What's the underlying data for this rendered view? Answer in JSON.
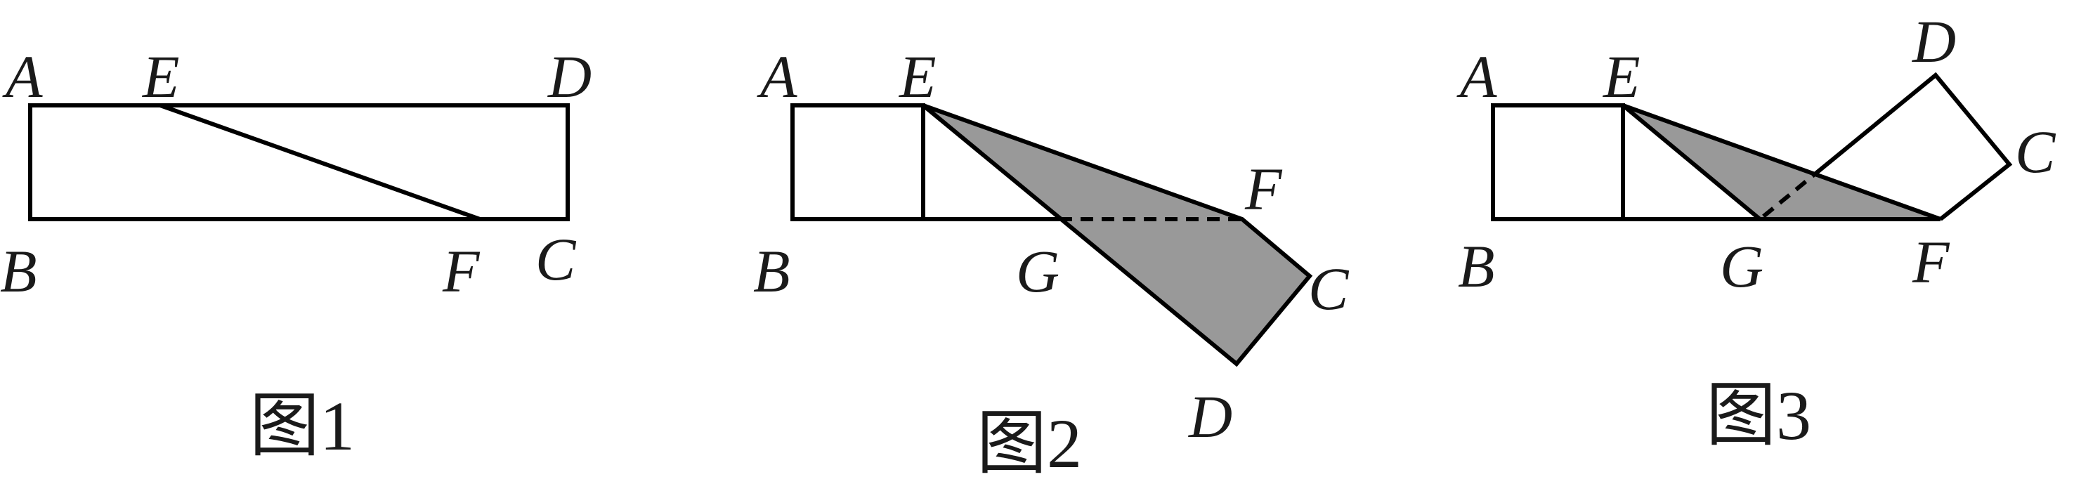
{
  "colors": {
    "stroke": "#000000",
    "shade": "#999999",
    "text": "#1a1a1a"
  },
  "figures": [
    {
      "id": "fig1",
      "caption": "图1",
      "labels": {
        "A": "A",
        "E": "E",
        "D": "D",
        "B": "B",
        "F": "F",
        "C": "C"
      }
    },
    {
      "id": "fig2",
      "caption": "图2",
      "labels": {
        "A": "A",
        "E": "E",
        "F": "F",
        "B": "B",
        "G": "G",
        "C": "C",
        "D": "D"
      }
    },
    {
      "id": "fig3",
      "caption": "图3",
      "labels": {
        "A": "A",
        "E": "E",
        "D": "D",
        "C": "C",
        "B": "B",
        "G": "G",
        "F": "F"
      }
    }
  ]
}
